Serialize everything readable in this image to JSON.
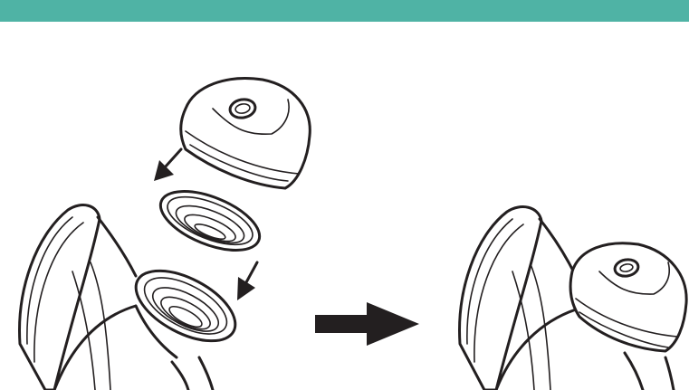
{
  "banner": {
    "color": "#4fb3a5"
  },
  "diagram": {
    "line_color": "#231f20",
    "background": "#ffffff",
    "icons": [
      "breast-shield",
      "valve-cap",
      "silicone-diaphragm",
      "diaphragm-seat",
      "arrow-down-left",
      "arrow-right",
      "assembled-pump"
    ]
  }
}
